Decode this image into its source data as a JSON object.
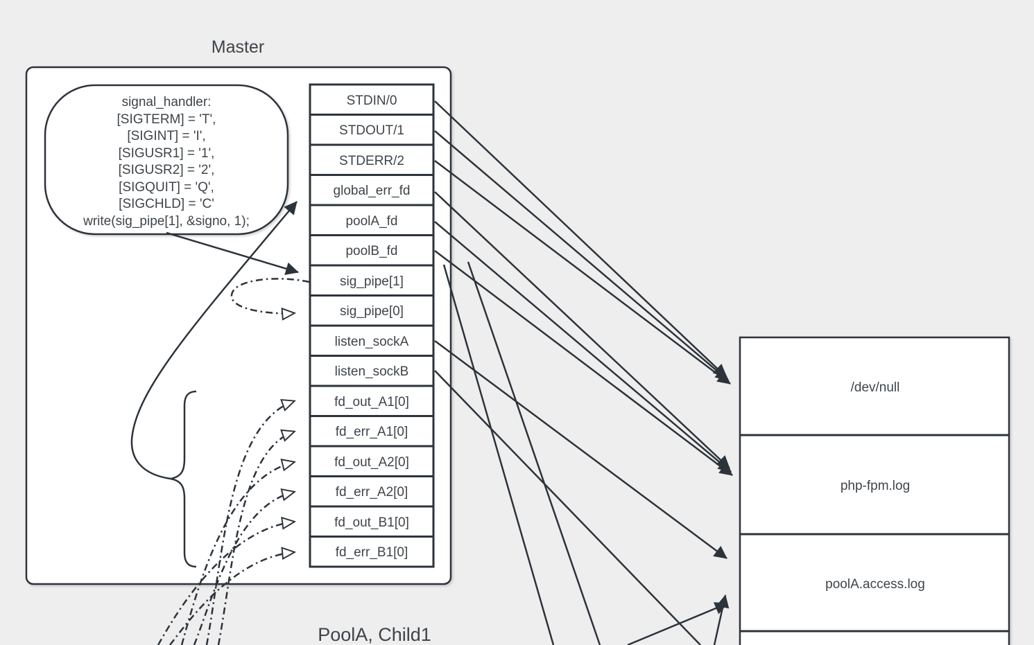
{
  "canvas": {
    "background": "#eeeeee",
    "stroke_color": "#2d333a",
    "text_color": "#3f4449",
    "box_fill": "#ffffff"
  },
  "master": {
    "title": "Master",
    "signal_bubble": {
      "lines": [
        "signal_handler:",
        "[SIGTERM] = 'T',",
        "[SIGINT]  = 'I',",
        "[SIGUSR1] = '1',",
        "[SIGUSR2] = '2',",
        "[SIGQUIT] = 'Q',",
        "[SIGCHLD] = 'C'",
        "write(sig_pipe[1], &signo, 1);"
      ]
    },
    "fd_table": {
      "rows": [
        "STDIN/0",
        "STDOUT/1",
        "STDERR/2",
        "global_err_fd",
        "poolA_fd",
        "poolB_fd",
        "sig_pipe[1]",
        "sig_pipe[0]",
        "listen_sockA",
        "listen_sockB",
        "fd_out_A1[0]",
        "fd_err_A1[0]",
        "fd_out_A2[0]",
        "fd_err_A2[0]",
        "fd_out_B1[0]",
        "fd_err_B1[0]"
      ]
    }
  },
  "files": {
    "items": [
      {
        "label": "/dev/null"
      },
      {
        "label": "php-fpm.log"
      },
      {
        "label": "poolA.access.log"
      }
    ]
  },
  "child": {
    "title": "PoolA, Child1"
  }
}
